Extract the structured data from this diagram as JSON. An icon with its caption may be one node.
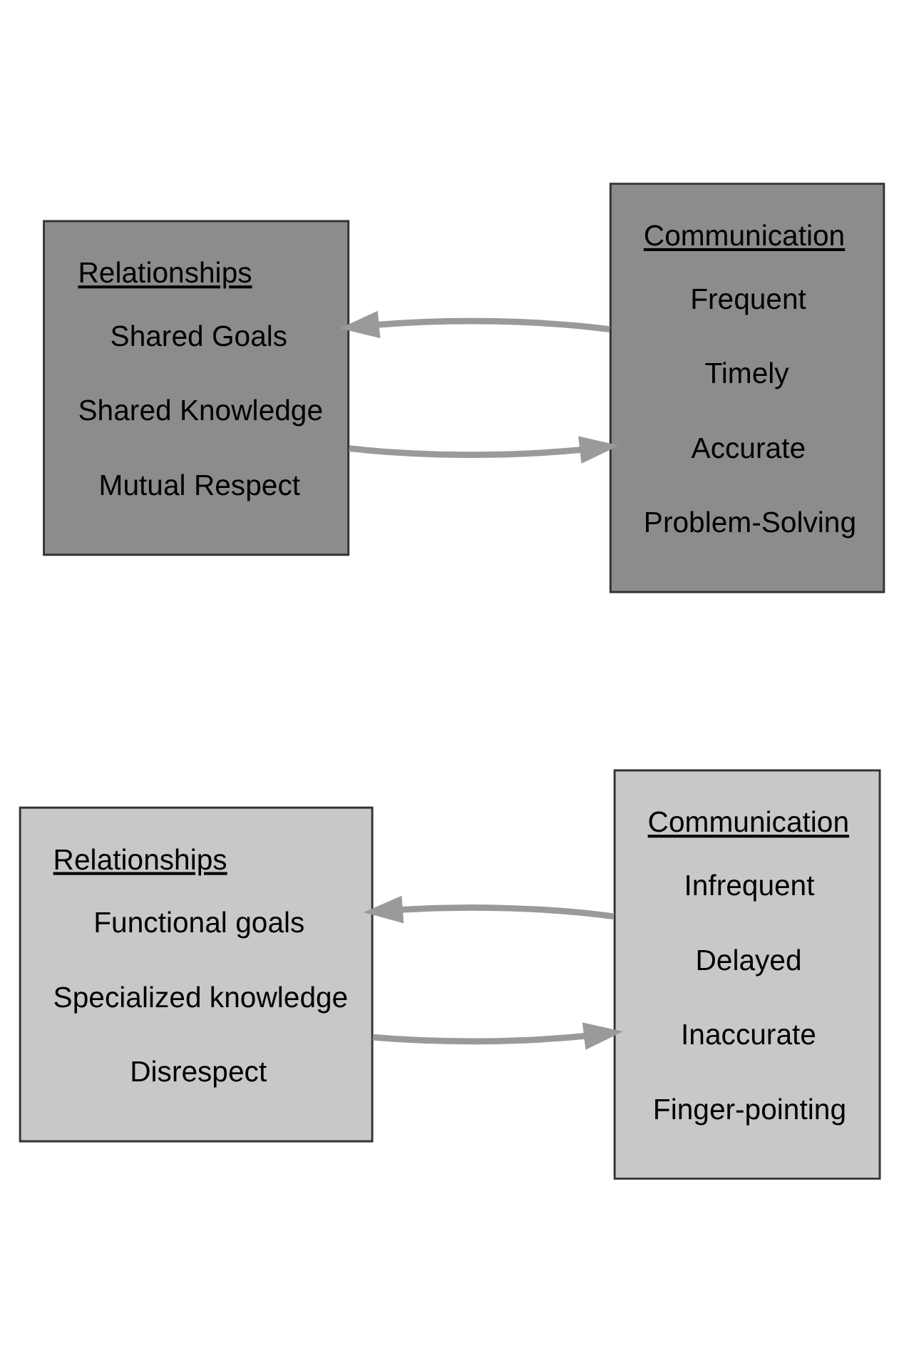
{
  "diagram": {
    "nodes": [
      {
        "text": [
          "Communication",
          "Frequent",
          "Timely",
          "Accurate",
          "Problem-Solving"
        ]
      },
      {
        "text": [
          "Relationships",
          "Shared Goals",
          "Shared Knowledge",
          "Mutual Respect"
        ]
      },
      {
        "text": [
          "Communication",
          "Infrequent",
          "Delayed",
          "Inaccurate",
          "Finger-pointing"
        ]
      },
      {
        "text": [
          "Relationships",
          "Functional goals",
          "Specialized knowledge",
          "Disrespect"
        ]
      }
    ],
    "edges": [
      {
        "from": 0,
        "to": 1,
        "arrow": "to"
      },
      {
        "from": 1,
        "to": 0,
        "arrow": "to"
      },
      {
        "from": 2,
        "to": 3,
        "arrow": "to"
      },
      {
        "from": 3,
        "to": 2,
        "arrow": "to"
      }
    ]
  }
}
